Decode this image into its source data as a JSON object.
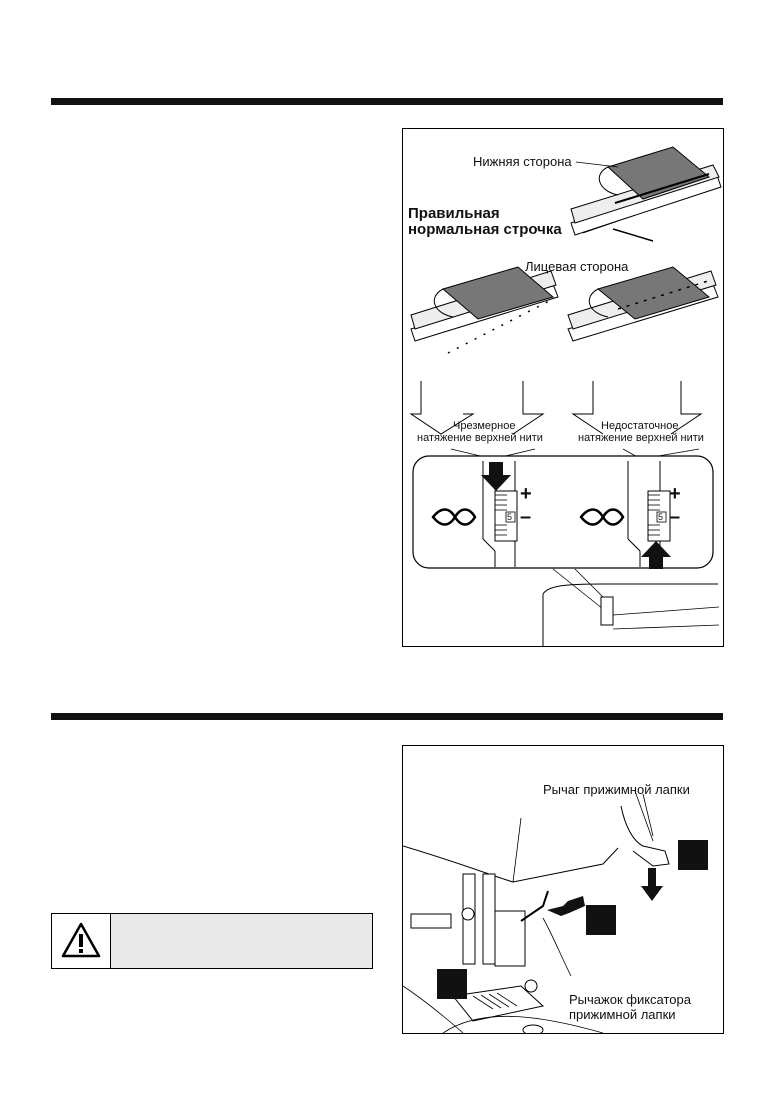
{
  "tension_figure": {
    "underside_label": "Нижняя сторона",
    "correct_stitch_label_line1": "Правильная",
    "correct_stitch_label_line2": "нормальная строчка",
    "face_side_label": "Лицевая сторона",
    "too_tight_label_line1": "Чрезмерное",
    "too_tight_label_line2": "натяжение верхней нити",
    "too_loose_label_line1": "Недостаточное",
    "too_loose_label_line2": "натяжение верхней нити",
    "dial_value_left": "5",
    "dial_value_right": "5",
    "plus_symbol": "+",
    "minus_symbol": "–"
  },
  "presser_figure": {
    "presser_lever_label": "Рычаг прижимной лапки",
    "release_lever_label_line1": "Рычажок фиксатора",
    "release_lever_label_line2": "прижимной лапки"
  },
  "icons": {
    "warning": "warning-triangle-icon",
    "arrow": "arrow-icon"
  }
}
